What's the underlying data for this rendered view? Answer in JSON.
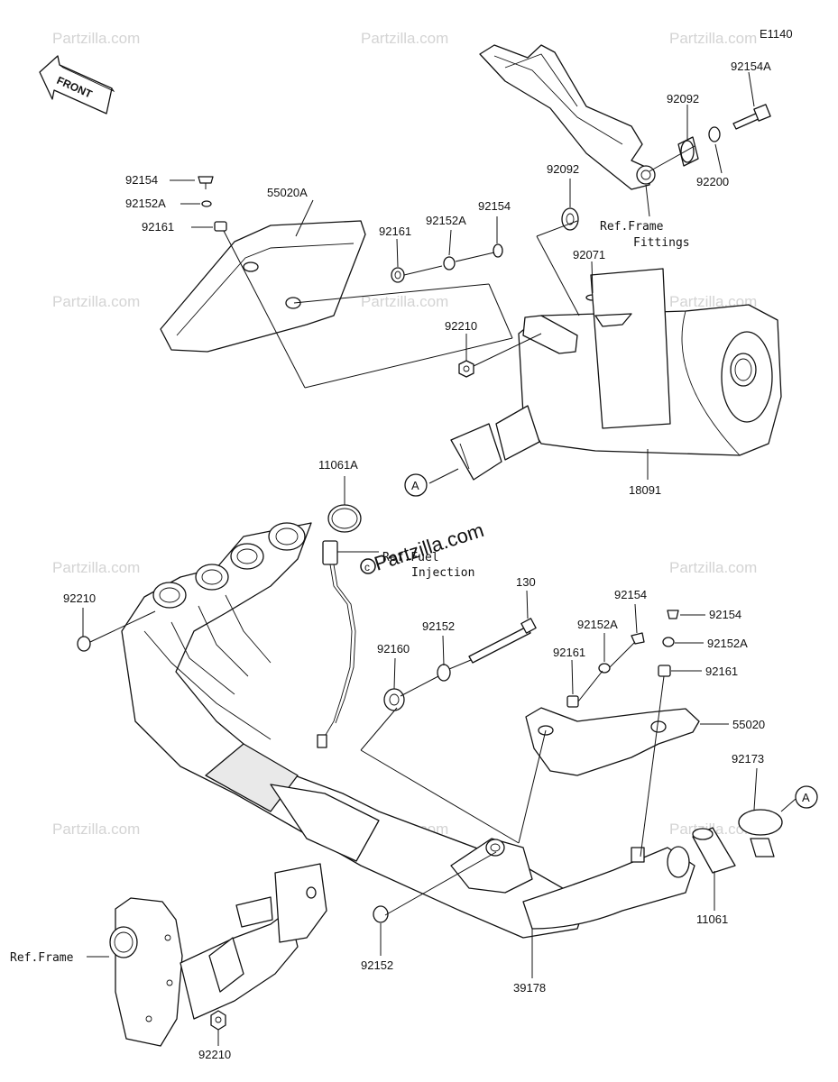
{
  "diagram": {
    "code": "E1140",
    "front_label": "FRONT",
    "watermark": "Partzilla.com",
    "watermark_main": "Partzilla.com",
    "callouts": {
      "c92154A": "92154A",
      "c92092_top": "92092",
      "c92200": "92200",
      "c92092_mid": "92092",
      "c92154_tl": "92154",
      "c92152A_tl": "92152A",
      "c92161_tl": "92161",
      "c55020A": "55020A",
      "c92161_mid": "92161",
      "c92152A_mid": "92152A",
      "c92154_mid": "92154",
      "c92071": "92071",
      "c92210_top": "92210",
      "c18091": "18091",
      "c11061A": "11061A",
      "c92210_left": "92210",
      "c130": "130",
      "c92152_mid": "92152",
      "c92160": "92160",
      "c92154_r1": "92154",
      "c92152A_r1": "92152A",
      "c92161_r1": "92161",
      "c92154_r2": "92154",
      "c92152A_r2": "92152A",
      "c92161_r2": "92161",
      "c55020": "55020",
      "c92173": "92173",
      "c11061": "11061",
      "c92152_bot": "92152",
      "c39178": "39178",
      "c92210_bot": "92210"
    },
    "refs": {
      "frame_fittings_1": "Ref.Frame",
      "frame_fittings_2": "Fittings",
      "fuel_injection_1": "Ref.Fuel",
      "fuel_injection_2": "Injection",
      "frame": "Ref.Frame"
    },
    "markers": {
      "a_left": "A",
      "a_right": "A"
    }
  }
}
